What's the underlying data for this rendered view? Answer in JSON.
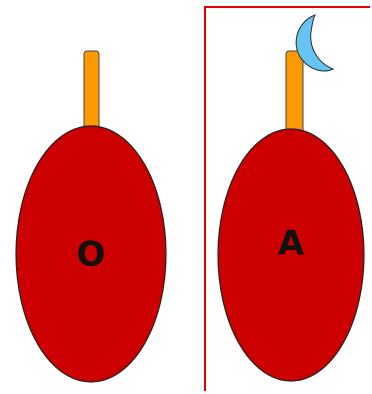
{
  "options": [
    {
      "id": "O",
      "label": "O",
      "selected": false,
      "icon": "",
      "fruit_color": "#cc0000",
      "stem_color": "#ff9900"
    },
    {
      "id": "A",
      "label": "A",
      "selected": true,
      "icon": "crescent-moon-icon",
      "fruit_color": "#cc0000",
      "stem_color": "#ff9900",
      "icon_color": "#66c4f5"
    }
  ],
  "selection": {
    "border_color": "#e60000"
  }
}
